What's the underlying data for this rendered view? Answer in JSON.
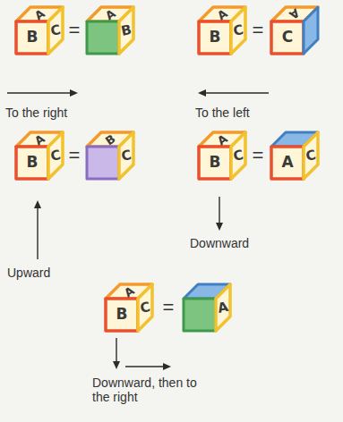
{
  "diagram": {
    "labels": [
      "A",
      "B",
      "C",
      "=",
      "A",
      "B",
      "To the right",
      "A",
      "B",
      "C",
      "=",
      "A",
      "C",
      "To the left",
      "A",
      "B",
      "C",
      "=",
      "B",
      "C",
      "Upward",
      "A",
      "B",
      "C",
      "=",
      "A",
      "C",
      "Downward",
      "A",
      "B",
      "C",
      "=",
      "A",
      "Downward, then to the right"
    ]
  }
}
